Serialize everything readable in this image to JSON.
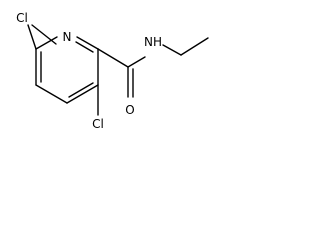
{
  "molecule": {
    "atoms": {
      "cl_top": "Cl",
      "n_ring": "N",
      "nh": "NH",
      "o": "O",
      "cl_bottom": "Cl"
    },
    "colors": {
      "ink": "#000000",
      "background": "#ffffff"
    }
  }
}
